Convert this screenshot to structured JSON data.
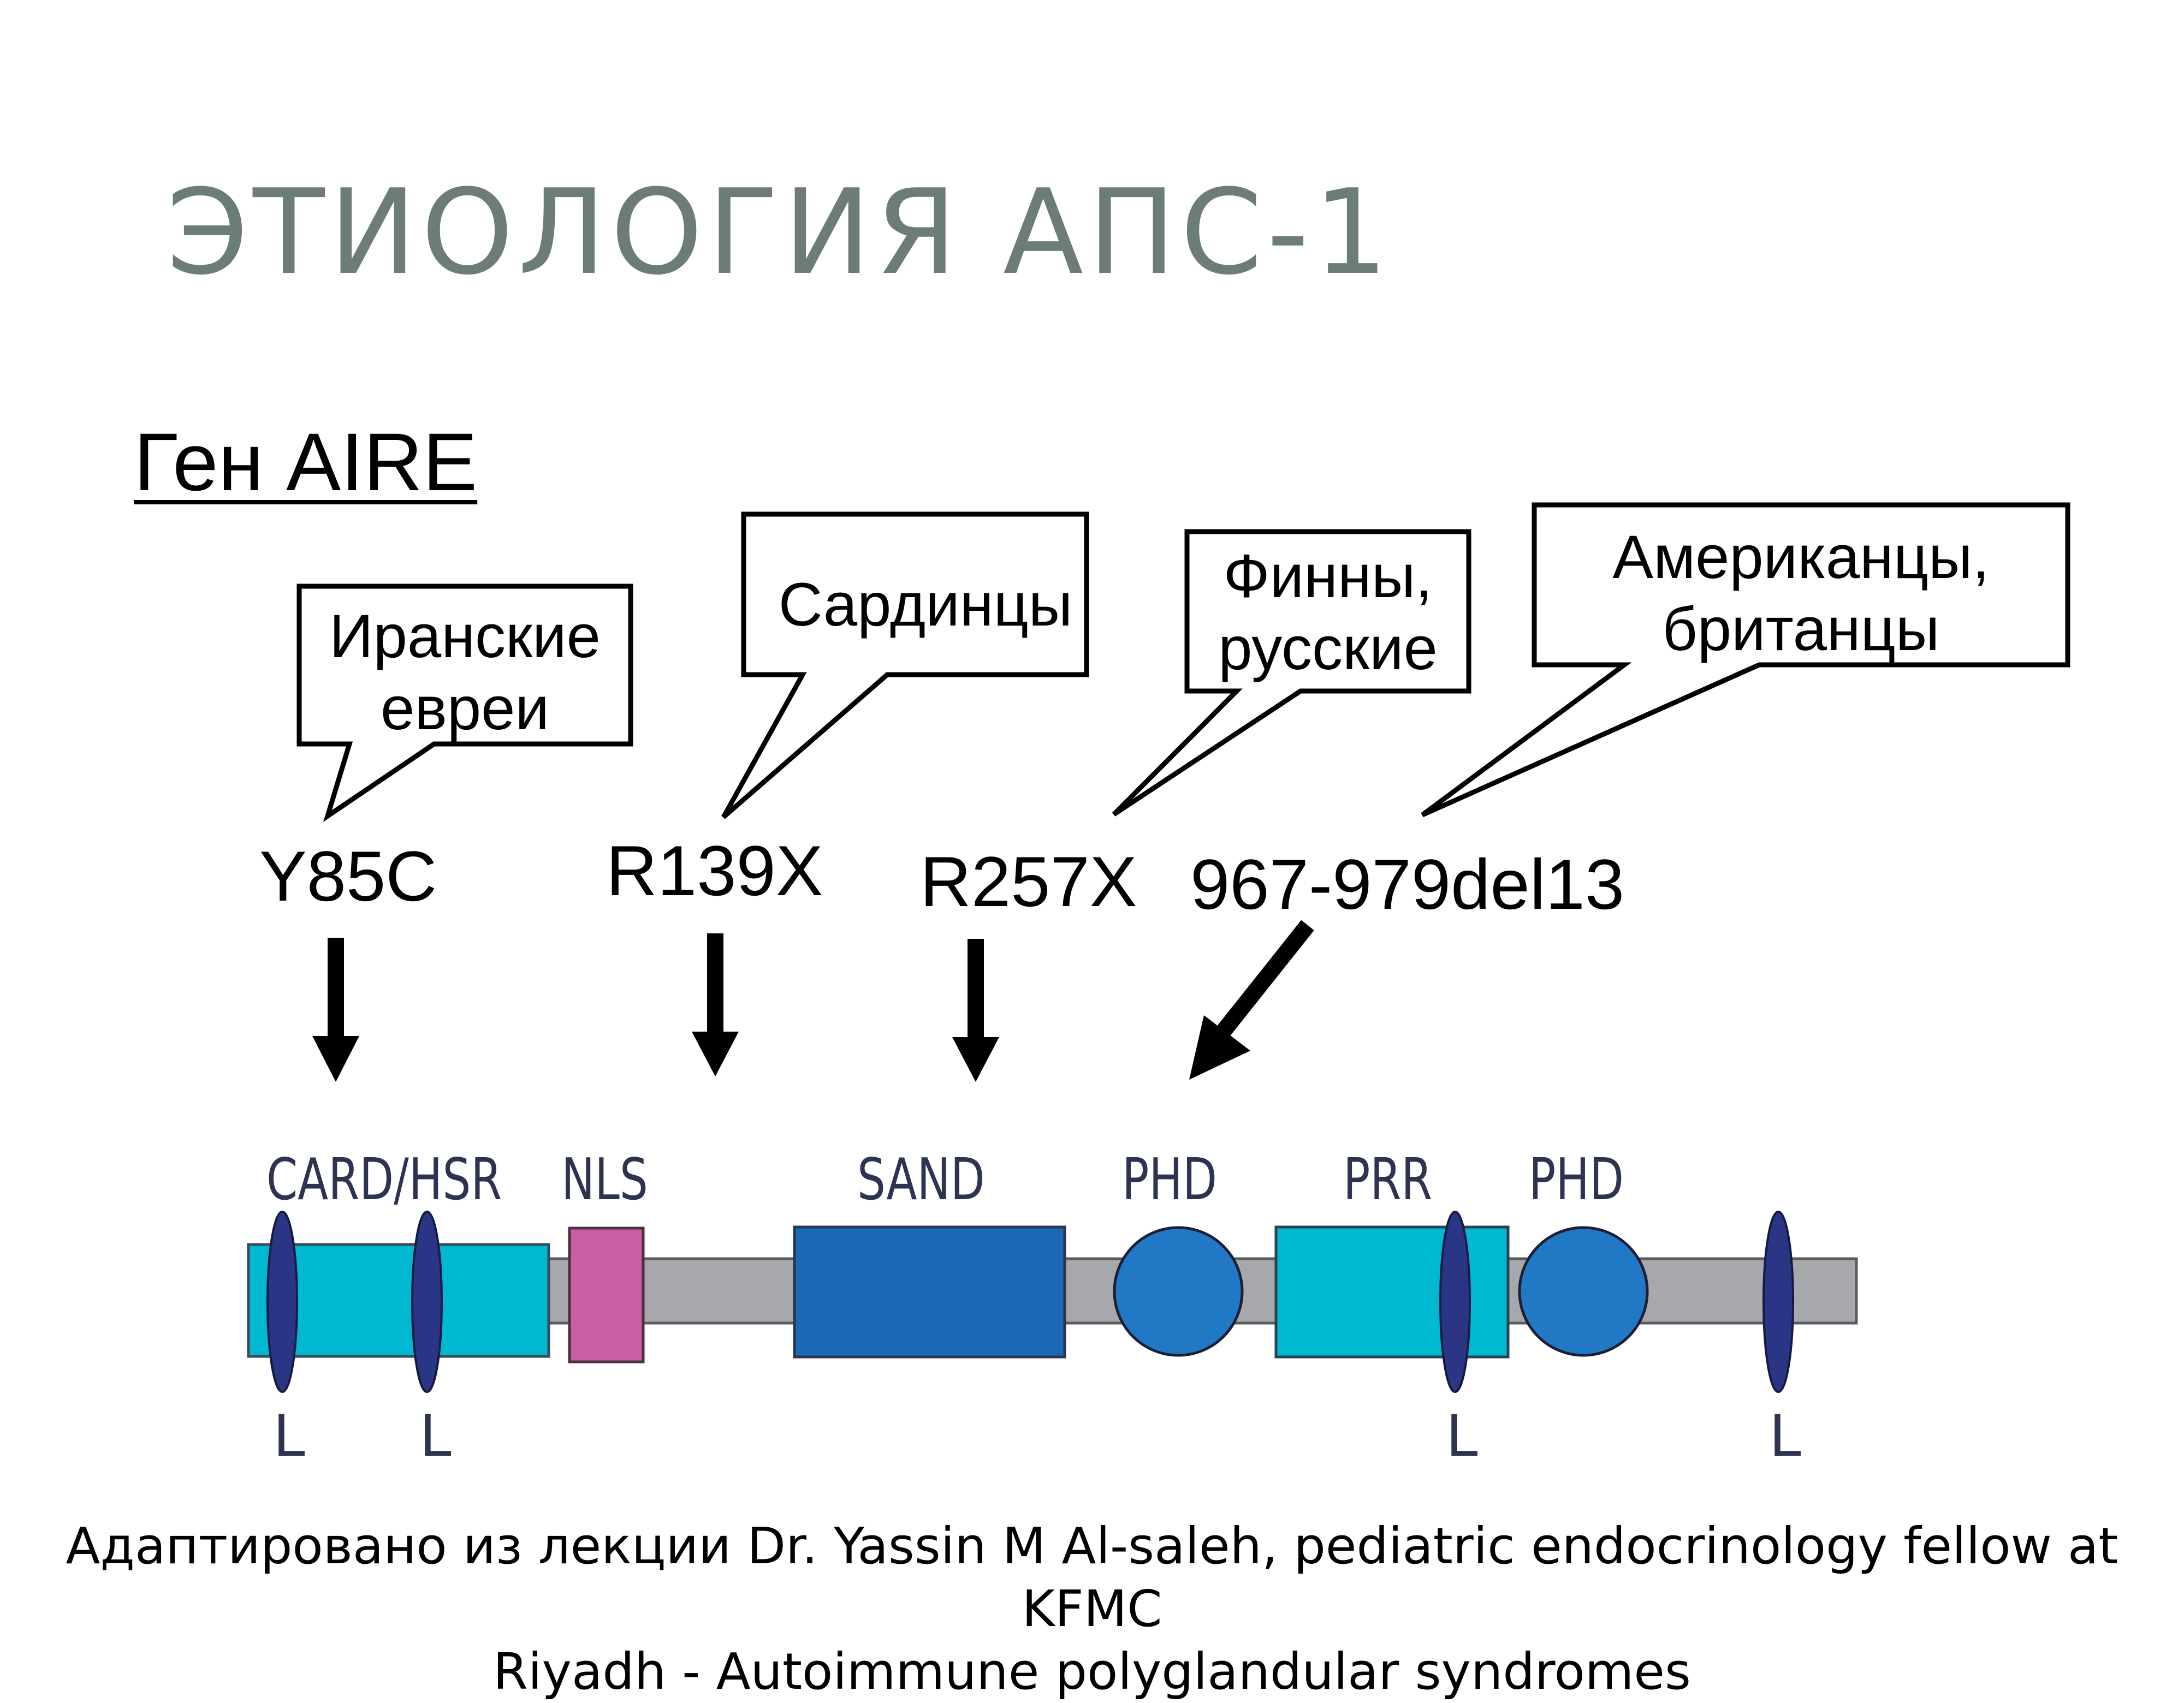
{
  "title": "ЭТИОЛОГИЯ АПС-1",
  "subtitle": "Ген AIRE",
  "callouts": [
    {
      "lines": [
        "Иранские",
        "евреи"
      ]
    },
    {
      "lines": [
        "Сардинцы"
      ]
    },
    {
      "lines": [
        "Финны,",
        "русские"
      ]
    },
    {
      "lines": [
        "Американцы,",
        "британцы"
      ]
    }
  ],
  "mutations": [
    "Y85C",
    "R139X",
    "R257X",
    "967-979del13"
  ],
  "domains": {
    "card_hsr": "CARD/HSR",
    "nls": "NLS",
    "sand": "SAND",
    "phd_1": "PHD",
    "prr": "PRR",
    "phd_2": "PHD"
  },
  "loop_labels": [
    "L",
    "L",
    "L",
    "L"
  ],
  "colors": {
    "title": "#6b7d74",
    "backbone": "#a6a8ab",
    "card_prr": "#00b8d0",
    "nls": "#c75fa2",
    "sand": "#1b68b4",
    "phd": "#2178c4",
    "loop_marker": "#2b3585",
    "domain_text": "#2d3350"
  },
  "credit": {
    "line1": "Адаптировано из лекции Dr. Yassin M Al-saleh, pediatric endocrinology fellow at KFMC",
    "line2": "Riyadh - Autoimmune polyglandular syndromes"
  }
}
